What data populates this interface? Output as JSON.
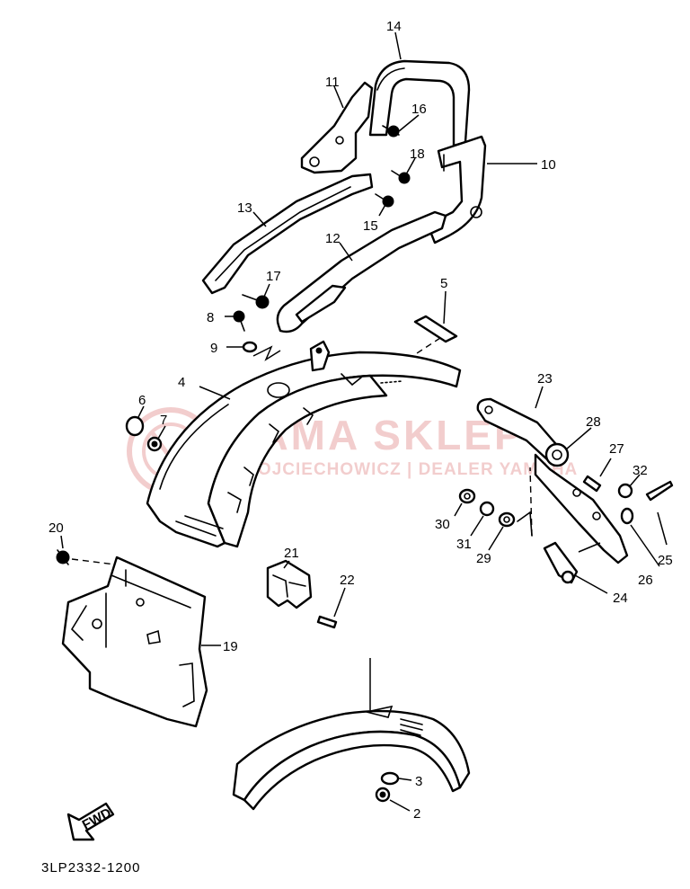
{
  "watermark": {
    "brand": "YAMA SKLEP",
    "dealer": "WOJCIECHOWICZ | DEALER YAMAHA",
    "color": "#e8a6a6"
  },
  "fwd_label": "FWD",
  "diagram_code": "3LP2332-1200",
  "callouts": {
    "c2": "2",
    "c3": "3",
    "c4": "4",
    "c5": "5",
    "c6": "6",
    "c7": "7",
    "c8": "8",
    "c9": "9",
    "c10": "10",
    "c11": "11",
    "c12": "12",
    "c13": "13",
    "c14": "14",
    "c15": "15",
    "c16": "16",
    "c17": "17",
    "c18": "18",
    "c19": "19",
    "c20": "20",
    "c21": "21",
    "c22": "22",
    "c23": "23",
    "c24": "24",
    "c25": "25",
    "c26": "26",
    "c27": "27",
    "c28": "28",
    "c29": "29",
    "c30": "30",
    "c31": "31",
    "c32": "32"
  }
}
